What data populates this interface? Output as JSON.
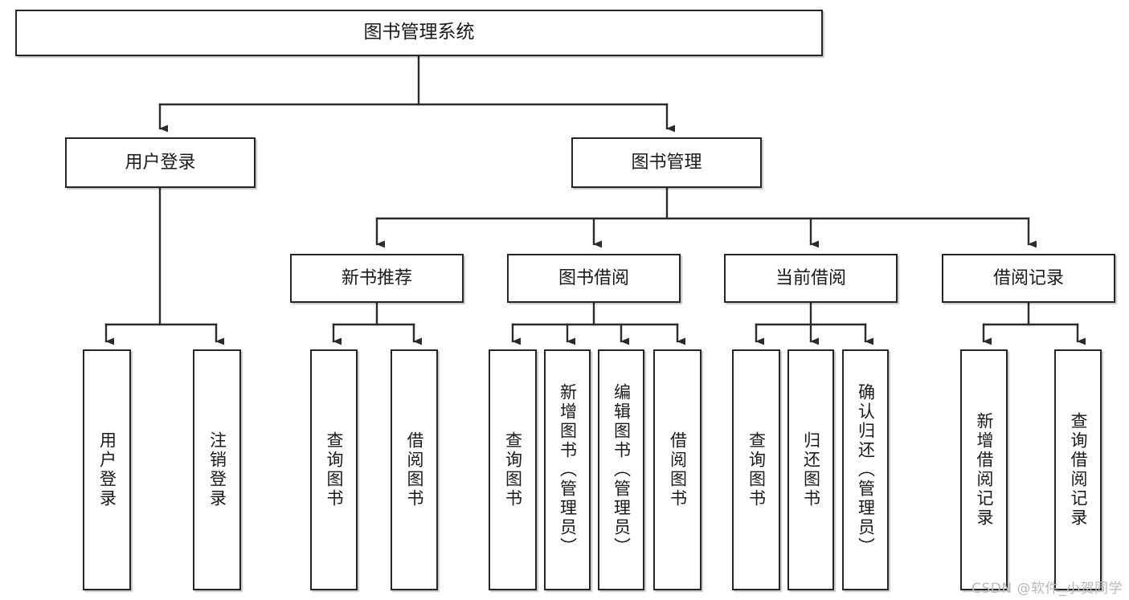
{
  "diagram": {
    "title": "图书管理系统",
    "type": "tree-hierarchy-diagram",
    "colors": {
      "box_border": "#262626",
      "box_fill": "#ffffff",
      "connector": "#2b2b2b",
      "text": "#1a1a1a",
      "watermark": "#b9b9b9"
    }
  },
  "nodes": {
    "root": {
      "label": "图书管理系统"
    },
    "level2": [
      {
        "label": "用户登录"
      },
      {
        "label": "图书管理"
      }
    ],
    "level3": [
      {
        "label": "新书推荐"
      },
      {
        "label": "图书借阅"
      },
      {
        "label": "当前借阅"
      },
      {
        "label": "借阅记录"
      }
    ],
    "leaves": {
      "user_login": [
        {
          "label": "用户登录"
        },
        {
          "label": "注销登录"
        }
      ],
      "new_book_recommend": [
        {
          "label": "查询图书"
        },
        {
          "label": "借阅图书"
        }
      ],
      "book_borrow": [
        {
          "label": "查询图书"
        },
        {
          "label": "新增图书（管理员）"
        },
        {
          "label": "编辑图书（管理员）"
        },
        {
          "label": "借阅图书"
        }
      ],
      "current_borrow": [
        {
          "label": "查询图书"
        },
        {
          "label": "归还图书"
        },
        {
          "label": "确认归还（管理员）"
        }
      ],
      "borrow_records": [
        {
          "label": "新增借阅记录"
        },
        {
          "label": "查询借阅记录"
        }
      ]
    }
  },
  "watermark": {
    "text": "CSDN @软件_小贺同学"
  }
}
